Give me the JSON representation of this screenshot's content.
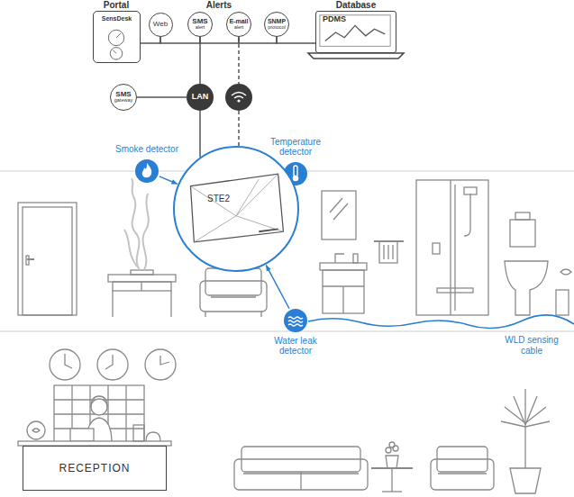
{
  "diagram": {
    "nodes": [
      {
        "text": [
          "SensDesk"
        ]
      },
      {
        "text": [
          "Web"
        ]
      },
      {
        "text": [
          "SMS",
          "alert"
        ]
      },
      {
        "text": [
          "E-mail",
          "alert"
        ]
      },
      {
        "text": [
          "SNMP",
          "protocol"
        ]
      },
      {
        "text": [
          "PDMS"
        ]
      },
      {
        "text": [
          "SMS",
          "gateway"
        ]
      },
      {
        "text": [
          "LAN"
        ]
      },
      {
        "text": [
          "Smoke detector"
        ]
      },
      {
        "text": [
          "Temperature detector"
        ]
      },
      {
        "text": [
          "STE2"
        ]
      },
      {
        "text": [
          "Water leak detector"
        ]
      },
      {
        "text": [
          "RECEPTION"
        ]
      }
    ],
    "edges": [
      {
        "from": 0,
        "to": 1,
        "arrow": "none"
      },
      {
        "from": 1,
        "to": 2,
        "arrow": "none"
      },
      {
        "from": 2,
        "to": 3,
        "arrow": "none"
      },
      {
        "from": 3,
        "to": 4,
        "arrow": "none"
      },
      {
        "from": 4,
        "to": 5,
        "arrow": "none"
      },
      {
        "from": 6,
        "to": 7,
        "arrow": "none"
      },
      {
        "from": 2,
        "to": 7,
        "arrow": "none"
      },
      {
        "from": 7,
        "to": 10,
        "arrow": "none"
      },
      {
        "from": 8,
        "to": 10,
        "arrow": "to"
      },
      {
        "from": 9,
        "to": 10,
        "arrow": "to"
      },
      {
        "from": 11,
        "to": 10,
        "arrow": "to"
      }
    ],
    "labels": [
      "Portal",
      "Alerts",
      "Database",
      "WLD sensing cable"
    ]
  }
}
